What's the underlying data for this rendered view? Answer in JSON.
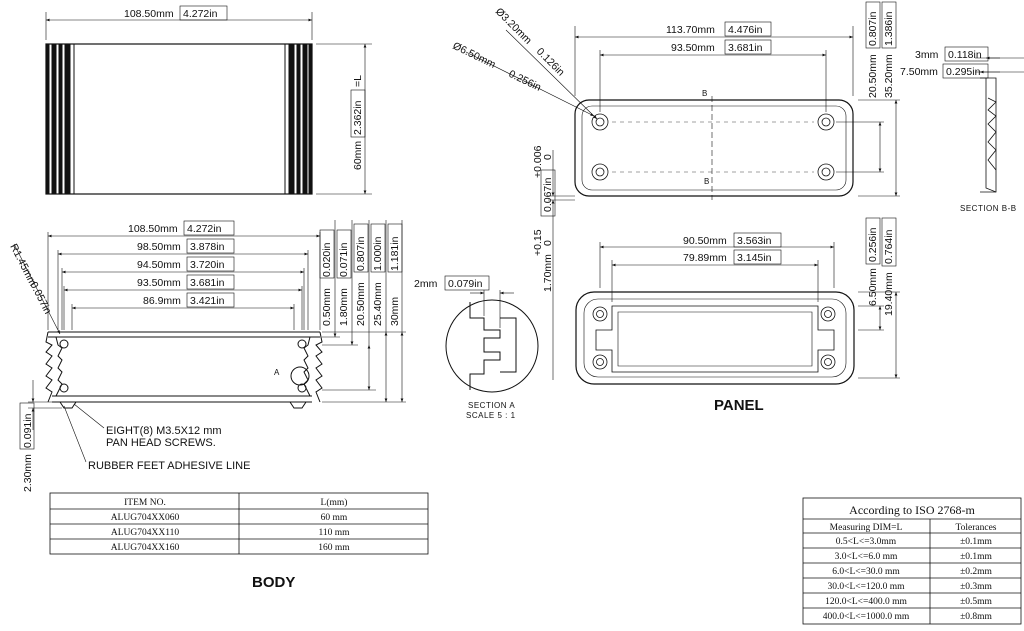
{
  "body_top": {
    "width_mm": "108.50mm",
    "width_in": "4.272in",
    "length_mm": "60mm",
    "length_in": "2.362in",
    "length_suffix": "=L"
  },
  "body_front": {
    "dims": [
      {
        "mm": "108.50mm",
        "in": "4.272in"
      },
      {
        "mm": "98.50mm",
        "in": "3.878in"
      },
      {
        "mm": "94.50mm",
        "in": "3.720in"
      },
      {
        "mm": "93.50mm",
        "in": "3.681in"
      },
      {
        "mm": "86.9mm",
        "in": "3.421in"
      }
    ],
    "vdims": [
      {
        "mm": "0.50mm",
        "in": "0.020in"
      },
      {
        "mm": "1.80mm",
        "in": "0.071in"
      },
      {
        "mm": "20.50mm",
        "in": "0.807in"
      },
      {
        "mm": "25.40mm",
        "in": "1.000in"
      },
      {
        "mm": "30mm",
        "in": "1.181in"
      }
    ],
    "radius_mm": "R1.45mm",
    "radius_in": "0.057in",
    "feet_mm": "2.30mm",
    "feet_in": "0.091in",
    "marker": "A",
    "screw_note_1": "EIGHT(8) M3.5X12 mm",
    "screw_note_2": "PAN HEAD SCREWS.",
    "feet_note": "RUBBER FEET ADHESIVE LINE"
  },
  "item_table": {
    "headers": [
      "ITEM NO.",
      "L(mm)"
    ],
    "rows": [
      [
        "ALUG704XX060",
        "60 mm"
      ],
      [
        "ALUG704XX110",
        "110 mm"
      ],
      [
        "ALUG704XX160",
        "160 mm"
      ]
    ]
  },
  "body_label": "BODY",
  "panel_top": {
    "hole1_mm": "Ø3.20mm",
    "hole1_in": "0.126in",
    "hole2_mm": "Ø6.50mm",
    "hole2_in": "0.256in",
    "w1_mm": "113.70mm",
    "w1_in": "4.476in",
    "w2_mm": "93.50mm",
    "w2_in": "3.681in",
    "h1_mm": "20.50mm",
    "h1_in": "0.807in",
    "h2_mm": "35.20mm",
    "h2_in": "1.386in",
    "section_mark": "B",
    "tol_upper": "+0.006",
    "tol_lower": "0",
    "tol_in": "0.067in",
    "tol2_upper": "+0.15",
    "tol2_lower": "0",
    "tol2_mm": "1.70mm"
  },
  "section_a": {
    "slot_mm": "2mm",
    "slot_in": "0.079in",
    "label_1": "SECTION A",
    "label_2": "SCALE 5 : 1"
  },
  "section_b": {
    "d1_mm": "3mm",
    "d1_in": "0.118in",
    "d2_mm": "7.50mm",
    "d2_in": "0.295in",
    "label": "SECTION B-B"
  },
  "panel_bottom": {
    "w1_mm": "90.50mm",
    "w1_in": "3.563in",
    "w2_mm": "79.89mm",
    "w2_in": "3.145in",
    "h1_mm": "6.50mm",
    "h1_in": "0.256in",
    "h2_mm": "19.40mm",
    "h2_in": "0.764in"
  },
  "panel_label": "PANEL",
  "tolerance_table": {
    "title": "According to ISO 2768-m",
    "headers": [
      "Measuring  DIM=L",
      "Tolerances"
    ],
    "rows": [
      [
        "0.5<L<=3.0mm",
        "±0.1mm"
      ],
      [
        "3.0<L<=6.0 mm",
        "±0.1mm"
      ],
      [
        "6.0<L<=30.0 mm",
        "±0.2mm"
      ],
      [
        "30.0<L<=120.0 mm",
        "±0.3mm"
      ],
      [
        "120.0<L<=400.0 mm",
        "±0.5mm"
      ],
      [
        "400.0<L<=1000.0 mm",
        "±0.8mm"
      ]
    ]
  }
}
